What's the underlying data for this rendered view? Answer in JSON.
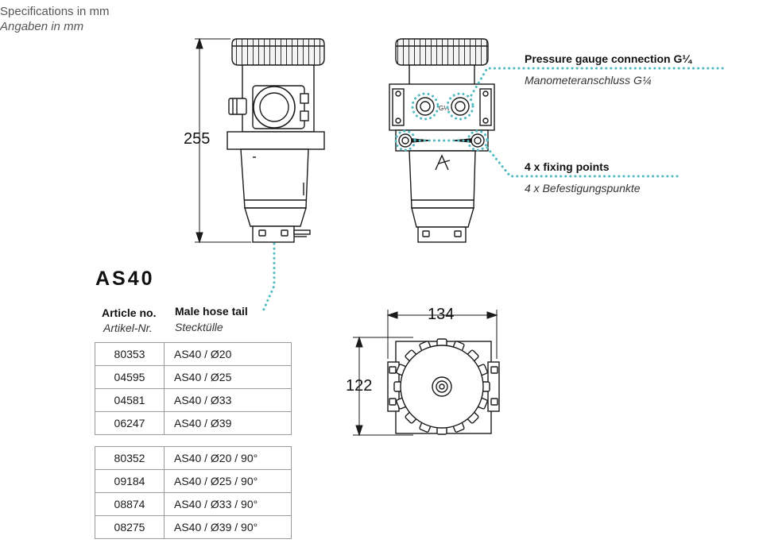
{
  "header": {
    "spec_en": "Specifications in mm",
    "spec_de": "Angaben in mm"
  },
  "product": {
    "model": "AS40"
  },
  "dimensions": {
    "height": "255",
    "width": "134",
    "depth": "122"
  },
  "callouts": {
    "gauge_en": "Pressure gauge connection G¼",
    "gauge_de": "Manometeranschluss G¼",
    "fixing_en": "4 x fixing points",
    "fixing_de": "4 x Befestigungspunkte",
    "gauge_mark": "G¼"
  },
  "table": {
    "col_article_en": "Article no.",
    "col_article_de": "Artikel-Nr.",
    "col_hose_en": "Male hose tail",
    "col_hose_de": "Stecktülle",
    "group1": [
      {
        "article": "80353",
        "hose": "AS40 / Ø20"
      },
      {
        "article": "04595",
        "hose": "AS40 / Ø25"
      },
      {
        "article": "04581",
        "hose": "AS40 / Ø33"
      },
      {
        "article": "06247",
        "hose": "AS40 / Ø39"
      }
    ],
    "group2": [
      {
        "article": "80352",
        "hose": "AS40 / Ø20 / 90°"
      },
      {
        "article": "09184",
        "hose": "AS40 / Ø25 / 90°"
      },
      {
        "article": "08874",
        "hose": "AS40 / Ø33 / 90°"
      },
      {
        "article": "08275",
        "hose": "AS40 / Ø39 / 90°"
      }
    ]
  },
  "colors": {
    "callout_dots": "#4fb9c0",
    "line": "#1a1a1a",
    "table_border": "#9a9a9a"
  }
}
